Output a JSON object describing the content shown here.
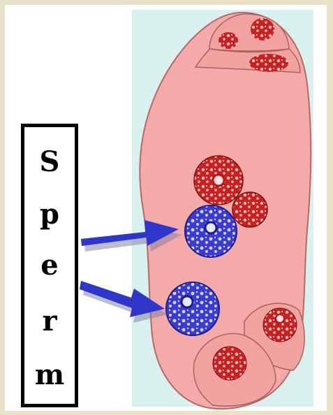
{
  "label": {
    "letters": [
      "S",
      "p",
      "e",
      "r",
      "m"
    ]
  },
  "colors": {
    "background": "#e9e2c8",
    "panel": "#d9f1ee",
    "cell_fill": "#f3aaa8",
    "cell_outline": "#b46a66",
    "nucleus_red": "#cc1f1f",
    "sperm_nucleus_blue": "#3a3ad6",
    "arrow": "#2e36cc"
  }
}
